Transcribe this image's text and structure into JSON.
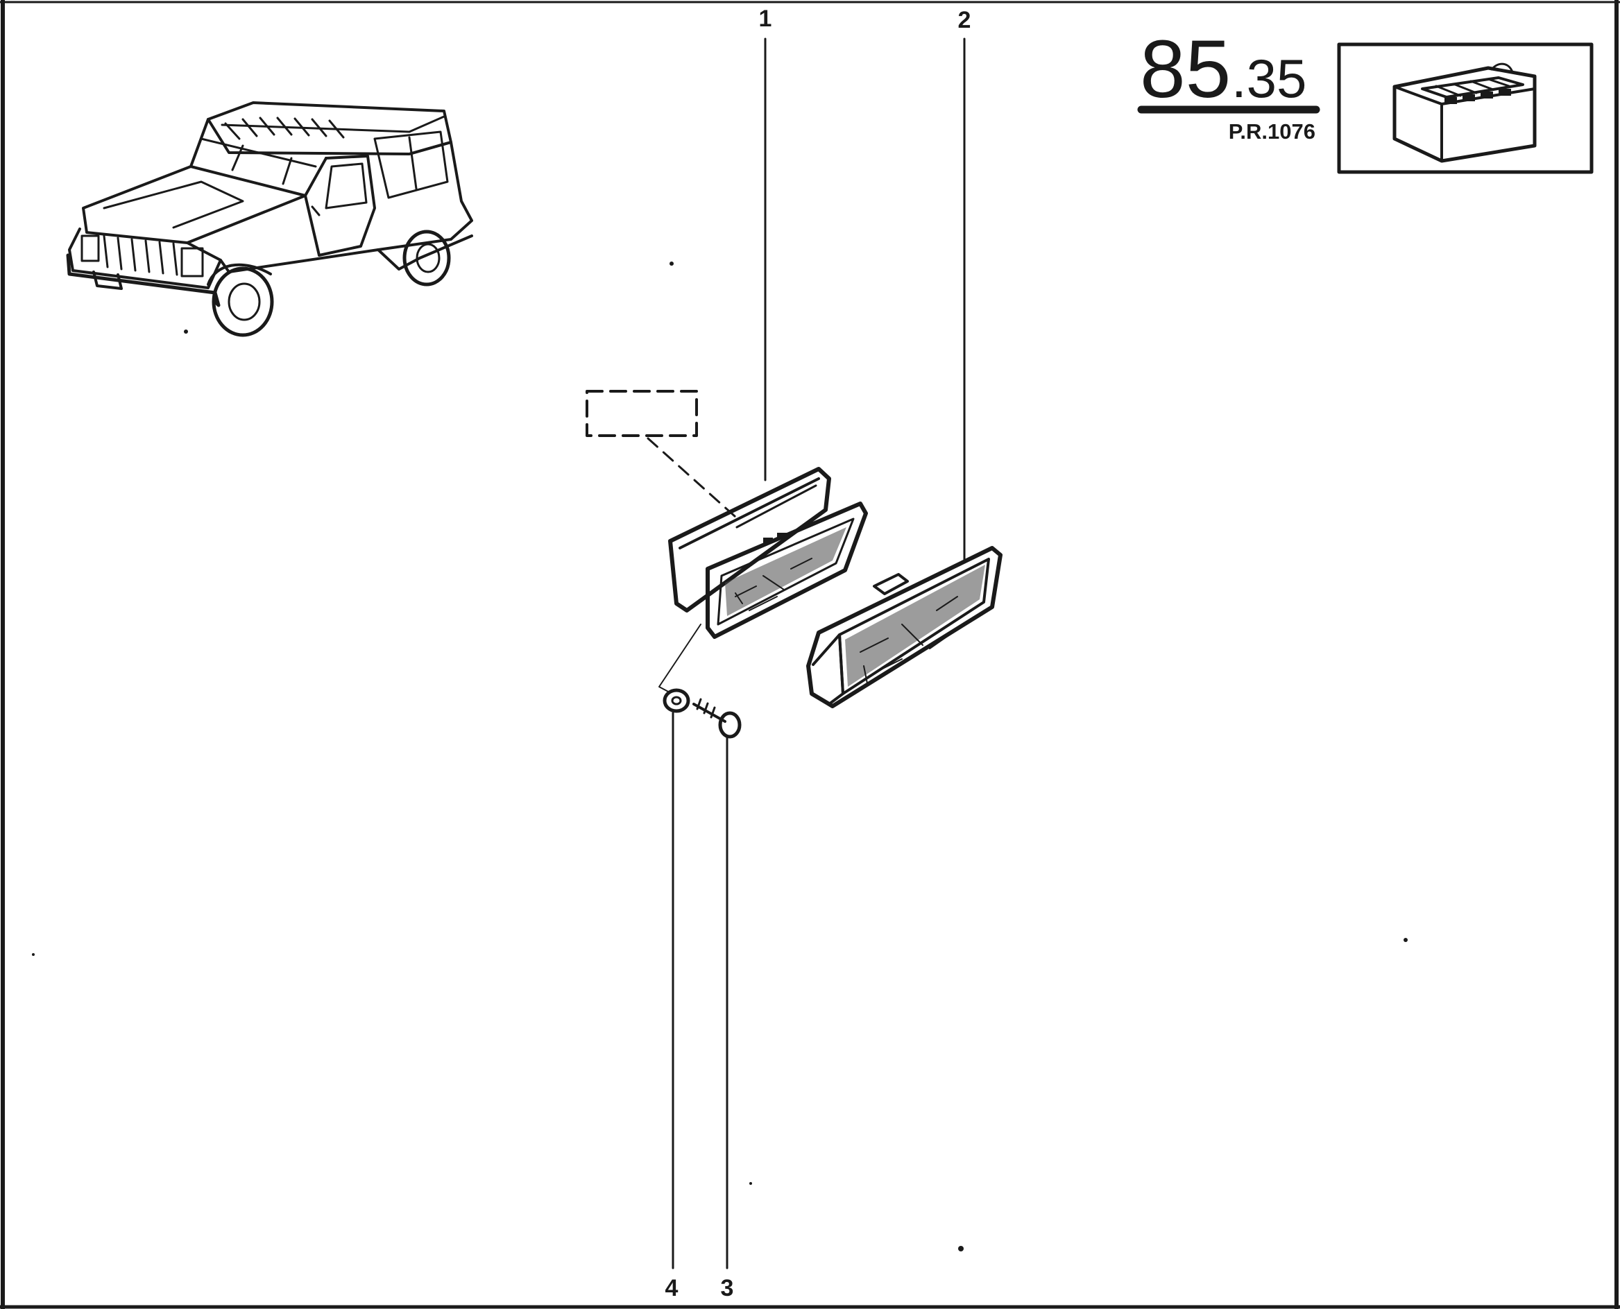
{
  "header": {
    "section_major": "85",
    "section_minor": ".35",
    "reference": "P.R.1076"
  },
  "vehicle": {
    "icon": "4x4-vehicle-icon"
  },
  "thumbnail": {
    "icon": "ashtray-thumbnail-icon"
  },
  "callouts": [
    {
      "id": "1",
      "label": "1",
      "part": "ashtray-housing"
    },
    {
      "id": "2",
      "label": "2",
      "part": "ashtray-drawer"
    },
    {
      "id": "3",
      "label": "3",
      "part": "screw"
    },
    {
      "id": "4",
      "label": "4",
      "part": "washer"
    }
  ],
  "colors": {
    "ink": "#1a1a1a",
    "paper": "#ffffff"
  }
}
